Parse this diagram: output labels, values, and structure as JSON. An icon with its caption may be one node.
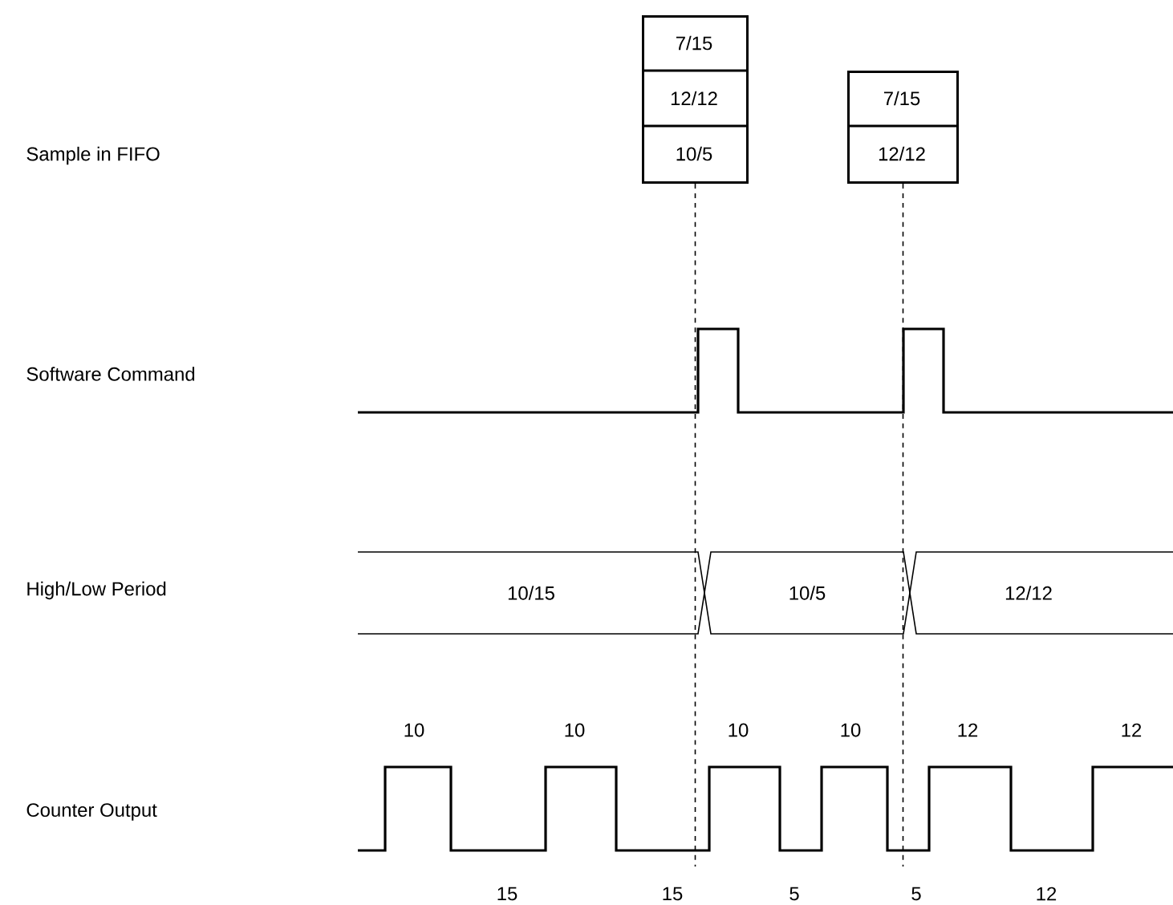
{
  "diagram": {
    "nodes": [
      {
        "text": [
          "7/15",
          "12/12",
          "10/5"
        ]
      },
      {
        "text": [
          "7/15",
          "12/12"
        ]
      },
      {
        "text": [
          "10/15"
        ]
      },
      {
        "text": [
          "10/5"
        ]
      },
      {
        "text": [
          "12/12"
        ]
      }
    ],
    "edges": [
      {
        "from": 0,
        "to": null,
        "arrow": "none",
        "style": "dashed"
      },
      {
        "from": 1,
        "to": null,
        "arrow": "none",
        "style": "dashed"
      }
    ],
    "labels": [
      "Sample in FIFO",
      "Software Command",
      "High/Low Period",
      "Counter Output",
      "10",
      "10",
      "10",
      "10",
      "12",
      "12",
      "15",
      "15",
      "5",
      "5",
      "12"
    ]
  }
}
